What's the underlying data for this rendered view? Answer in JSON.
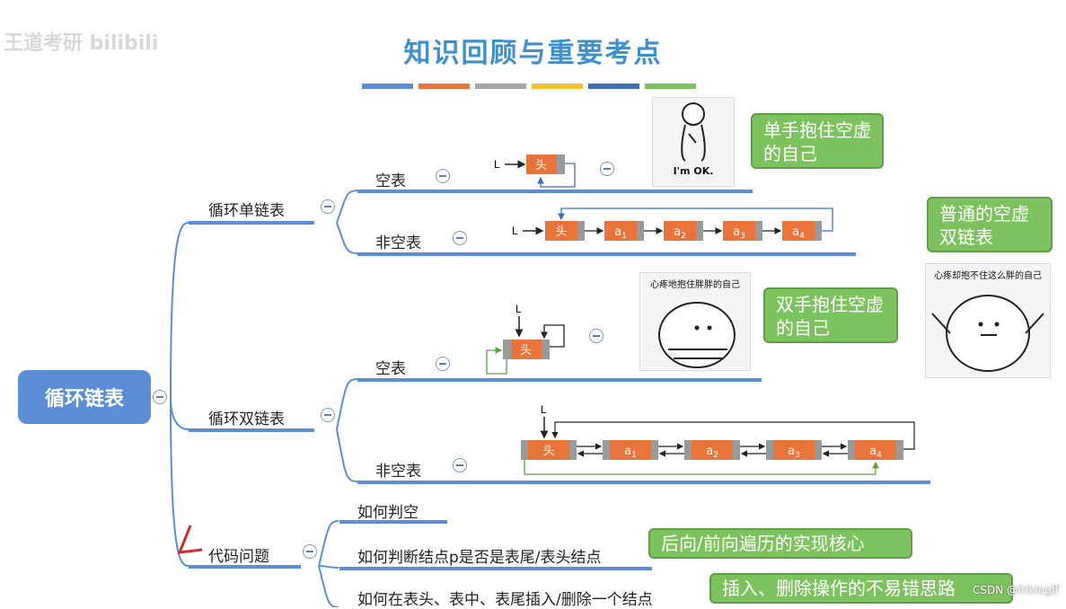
{
  "watermark": "王道考研 bilibili",
  "title": "知识回顾与重要考点",
  "title_bar_colors": [
    "#5b8ed6",
    "#e8743b",
    "#a5a5a5",
    "#f2c12e",
    "#3c6fb6",
    "#7cc25e"
  ],
  "root": {
    "label": "循环链表"
  },
  "branches": {
    "single": {
      "label": "循环单链表",
      "empty": {
        "label": "空表"
      },
      "nonempty": {
        "label": "非空表"
      }
    },
    "double": {
      "label": "循环双链表",
      "empty": {
        "label": "空表"
      },
      "nonempty": {
        "label": "非空表"
      }
    },
    "code": {
      "label": "代码问题",
      "items": [
        {
          "label": "如何判空"
        },
        {
          "label": "如何判断结点p是否是表尾/表头结点"
        },
        {
          "label": "如何在表头、表中、表尾插入/删除一个结点"
        }
      ]
    }
  },
  "diagrams": {
    "pointer_label": "L",
    "head_label": "头",
    "single_nodes": [
      "a1",
      "a2",
      "a3",
      "a4"
    ],
    "double_nodes": [
      "a1",
      "a2",
      "a3",
      "a4"
    ]
  },
  "memes": {
    "ok": {
      "caption": "I'm OK."
    },
    "hug": {
      "caption": "心疼地抱住胖胖的自己"
    },
    "cant_hug": {
      "caption": "心疼却抱不住这么胖的自己"
    }
  },
  "callouts": {
    "single_empty": "单手抱住空虚的自己",
    "single_nonempty": "普通的空虚双链表",
    "double_empty": "双手抱住空虚的自己",
    "check_tail": "后向/前向遍历的实现核心",
    "insert_delete": "插入、删除操作的不易错思路"
  },
  "csdn": "CSDN @friklogff"
}
